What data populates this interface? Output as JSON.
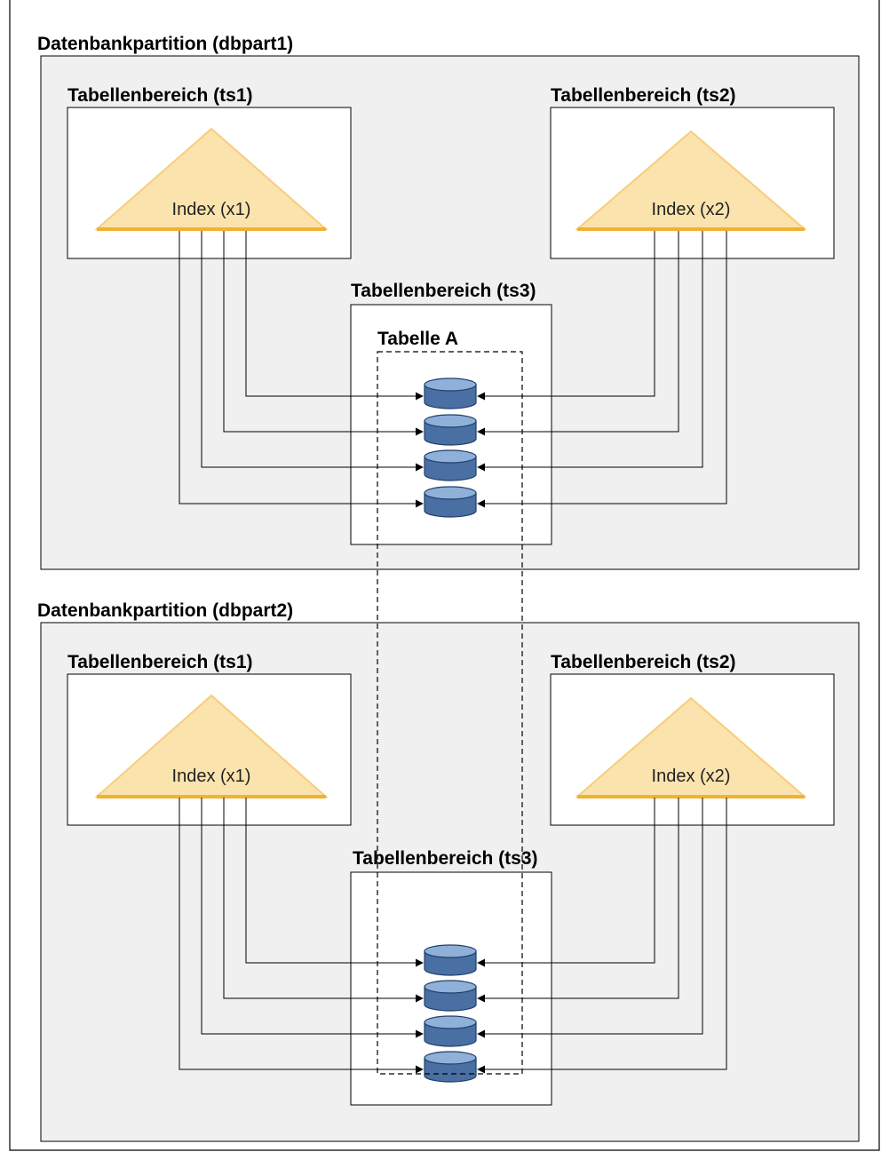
{
  "partitions": [
    {
      "label": "Datenbankpartition (dbpart1)",
      "ts1": {
        "label": "Tabellenbereich (ts1)",
        "index": "Index (x1)"
      },
      "ts2": {
        "label": "Tabellenbereich (ts2)",
        "index": "Index (x2)"
      },
      "ts3": {
        "label": "Tabellenbereich (ts3)"
      }
    },
    {
      "label": "Datenbankpartition (dbpart2)",
      "ts1": {
        "label": "Tabellenbereich (ts1)",
        "index": "Index (x1)"
      },
      "ts2": {
        "label": "Tabellenbereich (ts2)",
        "index": "Index (x2)"
      },
      "ts3": {
        "label": "Tabellenbereich (ts3)"
      }
    }
  ],
  "table": {
    "label": "Tabelle A"
  },
  "colors": {
    "partition_fill": "#f0f0f0",
    "index_fill": "#fbe3ae",
    "index_edge": "#f2b131",
    "disk_fill": "#4a6fa3",
    "disk_top": "#8fb0d8",
    "disk_stroke": "#1e3f6b"
  },
  "icons": {
    "index": "triangle-index-icon",
    "row": "database-cylinder-icon"
  }
}
